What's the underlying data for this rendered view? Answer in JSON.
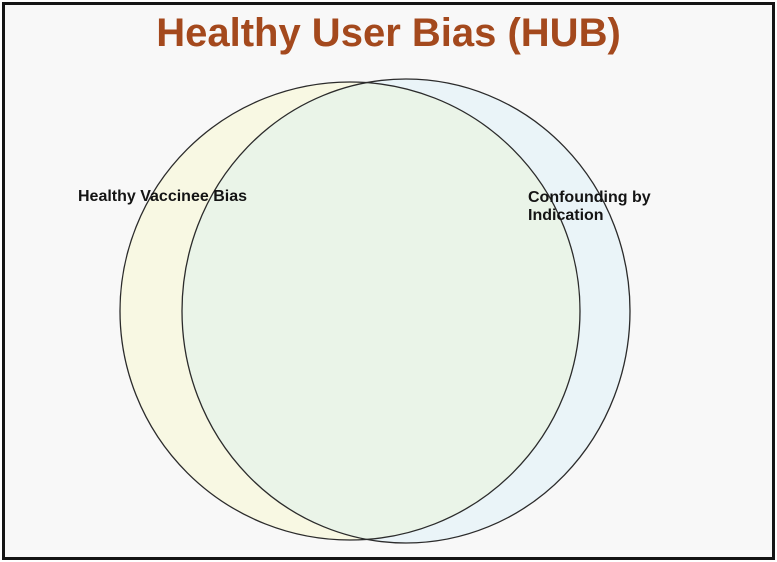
{
  "window": {
    "outer_background": "#ffffff",
    "border_color": "#141414",
    "background": "#f8f8f8"
  },
  "title": {
    "text": "Healthy User Bias (HUB)",
    "color": "#a4491d"
  },
  "venn": {
    "left_set": {
      "label": "Healthy Vaccinee Bias",
      "fill": "#f8f8e3"
    },
    "right_set": {
      "label": "Confounding by\nIndication",
      "fill": "#eaf4f8"
    },
    "overlap_fill": "#eaf4e8",
    "outline_color": "#2b2b2b",
    "label_color": "#141414"
  }
}
